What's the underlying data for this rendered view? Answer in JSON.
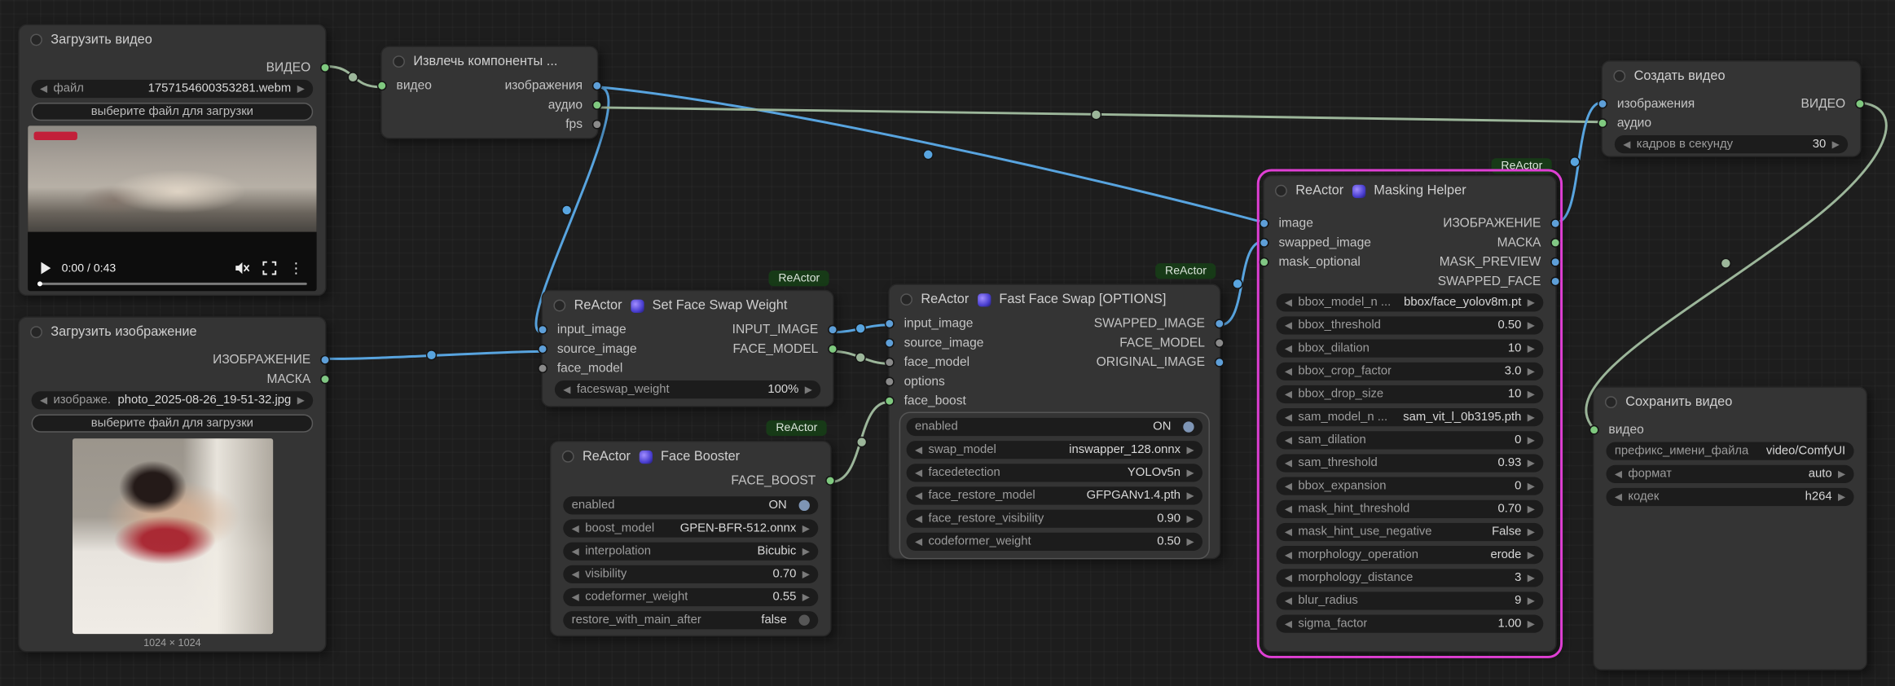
{
  "badge": {
    "label": "ReActor"
  },
  "colors": {
    "wire_blue": "#58a4df",
    "wire_green": "#9cb69a",
    "selection": "#df3fd4"
  },
  "nodes": {
    "load_video": {
      "title": "Загрузить видео",
      "outputs": {
        "video": "ВИДЕО"
      },
      "file_widget": {
        "label": "файл",
        "value": "1757154600353281.webm"
      },
      "choose_button": "выберите файл для загрузки",
      "player": {
        "time": "0:00 / 0:43"
      }
    },
    "extract": {
      "title": "Извлечь компоненты ...",
      "inputs": {
        "video": "видео"
      },
      "outputs": {
        "images": "изображения",
        "audio": "аудио",
        "fps": "fps"
      }
    },
    "load_image": {
      "title": "Загрузить изображение",
      "outputs": {
        "image": "ИЗОБРАЖЕНИЕ",
        "mask": "МАСКА"
      },
      "file_widget": {
        "label": "изображе...",
        "value": "photo_2025-08-26_19-51-32.jpg"
      },
      "choose_button": "выберите файл для загрузки",
      "caption": "1024 × 1024"
    },
    "weight": {
      "brand": "ReActor",
      "title": "Set Face Swap Weight",
      "inputs": {
        "input_image": "input_image",
        "source_image": "source_image",
        "face_model": "face_model"
      },
      "outputs": {
        "input_image": "INPUT_IMAGE",
        "face_model": "FACE_MODEL"
      },
      "widgets": {
        "faceswap_weight": {
          "label": "faceswap_weight",
          "value": "100%"
        }
      }
    },
    "booster": {
      "brand": "ReActor",
      "title": "Face Booster",
      "outputs": {
        "face_boost": "FACE_BOOST"
      },
      "widgets": {
        "enabled": {
          "label": "enabled",
          "value": "ON"
        },
        "boost_model": {
          "label": "boost_model",
          "value": "GPEN-BFR-512.onnx"
        },
        "interpolation": {
          "label": "interpolation",
          "value": "Bicubic"
        },
        "visibility": {
          "label": "visibility",
          "value": "0.70"
        },
        "codeformer_weight": {
          "label": "codeformer_weight",
          "value": "0.55"
        },
        "restore_with_main_after": {
          "label": "restore_with_main_after",
          "value": "false"
        }
      }
    },
    "swap": {
      "brand": "ReActor",
      "title": "Fast Face Swap [OPTIONS]",
      "inputs": {
        "input_image": "input_image",
        "source_image": "source_image",
        "face_model": "face_model",
        "options": "options",
        "face_boost": "face_boost"
      },
      "outputs": {
        "swapped_image": "SWAPPED_IMAGE",
        "face_model": "FACE_MODEL",
        "original_image": "ORIGINAL_IMAGE"
      },
      "widgets": {
        "enabled": {
          "label": "enabled",
          "value": "ON"
        },
        "swap_model": {
          "label": "swap_model",
          "value": "inswapper_128.onnx"
        },
        "facedetection": {
          "label": "facedetection",
          "value": "YOLOv5n"
        },
        "face_restore_model": {
          "label": "face_restore_model",
          "value": "GFPGANv1.4.pth"
        },
        "face_restore_visibility": {
          "label": "face_restore_visibility",
          "value": "0.90"
        },
        "codeformer_weight": {
          "label": "codeformer_weight",
          "value": "0.50"
        }
      }
    },
    "masking": {
      "brand": "ReActor",
      "title": "Masking Helper",
      "inputs": {
        "image": "image",
        "swapped_image": "swapped_image",
        "mask_optional": "mask_optional"
      },
      "outputs": {
        "image": "ИЗОБРАЖЕНИЕ",
        "mask": "МАСКА",
        "mask_preview": "MASK_PREVIEW",
        "swapped_face": "SWAPPED_FACE"
      },
      "widgets": {
        "bbox_model": {
          "label": "bbox_model_n ...",
          "value": "bbox/face_yolov8m.pt"
        },
        "bbox_threshold": {
          "label": "bbox_threshold",
          "value": "0.50"
        },
        "bbox_dilation": {
          "label": "bbox_dilation",
          "value": "10"
        },
        "bbox_crop_factor": {
          "label": "bbox_crop_factor",
          "value": "3.0"
        },
        "bbox_drop_size": {
          "label": "bbox_drop_size",
          "value": "10"
        },
        "sam_model": {
          "label": "sam_model_n ...",
          "value": "sam_vit_l_0b3195.pth"
        },
        "sam_dilation": {
          "label": "sam_dilation",
          "value": "0"
        },
        "sam_threshold": {
          "label": "sam_threshold",
          "value": "0.93"
        },
        "bbox_expansion": {
          "label": "bbox_expansion",
          "value": "0"
        },
        "mask_hint_threshold": {
          "label": "mask_hint_threshold",
          "value": "0.70"
        },
        "mask_hint_use_negative": {
          "label": "mask_hint_use_negative",
          "value": "False"
        },
        "morphology_operation": {
          "label": "morphology_operation",
          "value": "erode"
        },
        "morphology_distance": {
          "label": "morphology_distance",
          "value": "3"
        },
        "blur_radius": {
          "label": "blur_radius",
          "value": "9"
        },
        "sigma_factor": {
          "label": "sigma_factor",
          "value": "1.00"
        }
      }
    },
    "create": {
      "title": "Создать видео",
      "inputs": {
        "images": "изображения",
        "audio": "аудио"
      },
      "outputs": {
        "video": "ВИДЕО"
      },
      "widgets": {
        "fps": {
          "label": "кадров в секунду",
          "value": "30"
        }
      }
    },
    "save": {
      "title": "Сохранить видео",
      "inputs": {
        "video": "видео"
      },
      "widgets": {
        "filename_prefix": {
          "label": "префикс_имени_файла",
          "value": "video/ComfyUI"
        },
        "format": {
          "label": "формат",
          "value": "auto"
        },
        "codec": {
          "label": "кодек",
          "value": "h264"
        }
      }
    }
  }
}
